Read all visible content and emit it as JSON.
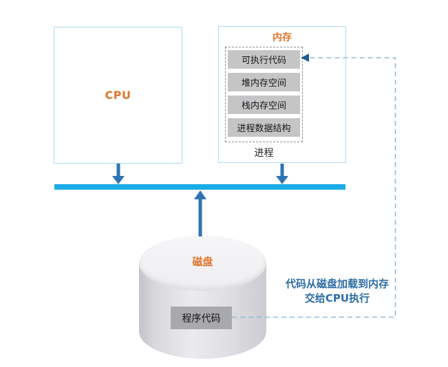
{
  "diagram": {
    "cpu": {
      "label": "CPU"
    },
    "memory": {
      "title": "内存",
      "segments": [
        "可执行代码",
        "堆内存空间",
        "栈内存空间",
        "进程数据结构"
      ],
      "process_label": "进程"
    },
    "disk": {
      "title": "磁盘",
      "program_box_label": "程序代码"
    },
    "annotation": {
      "line1": "代码从磁盘加载到内存",
      "line2": "交给CPU执行"
    },
    "colors": {
      "accent_orange": "#E0752D",
      "bus_blue": "#1BADE6",
      "arrow_blue": "#2E74B5",
      "box_border_blue": "#A9DAF2",
      "dashed_path_blue": "#90B9DC",
      "dashed_arrowhead_blue": "#1F5C94",
      "annotation_text_blue": "#2D6DA5",
      "segment_gray": "#C5C5C7",
      "dashed_border_gray": "#8A8A8A",
      "program_box_gray": "#A9A9AD"
    }
  }
}
